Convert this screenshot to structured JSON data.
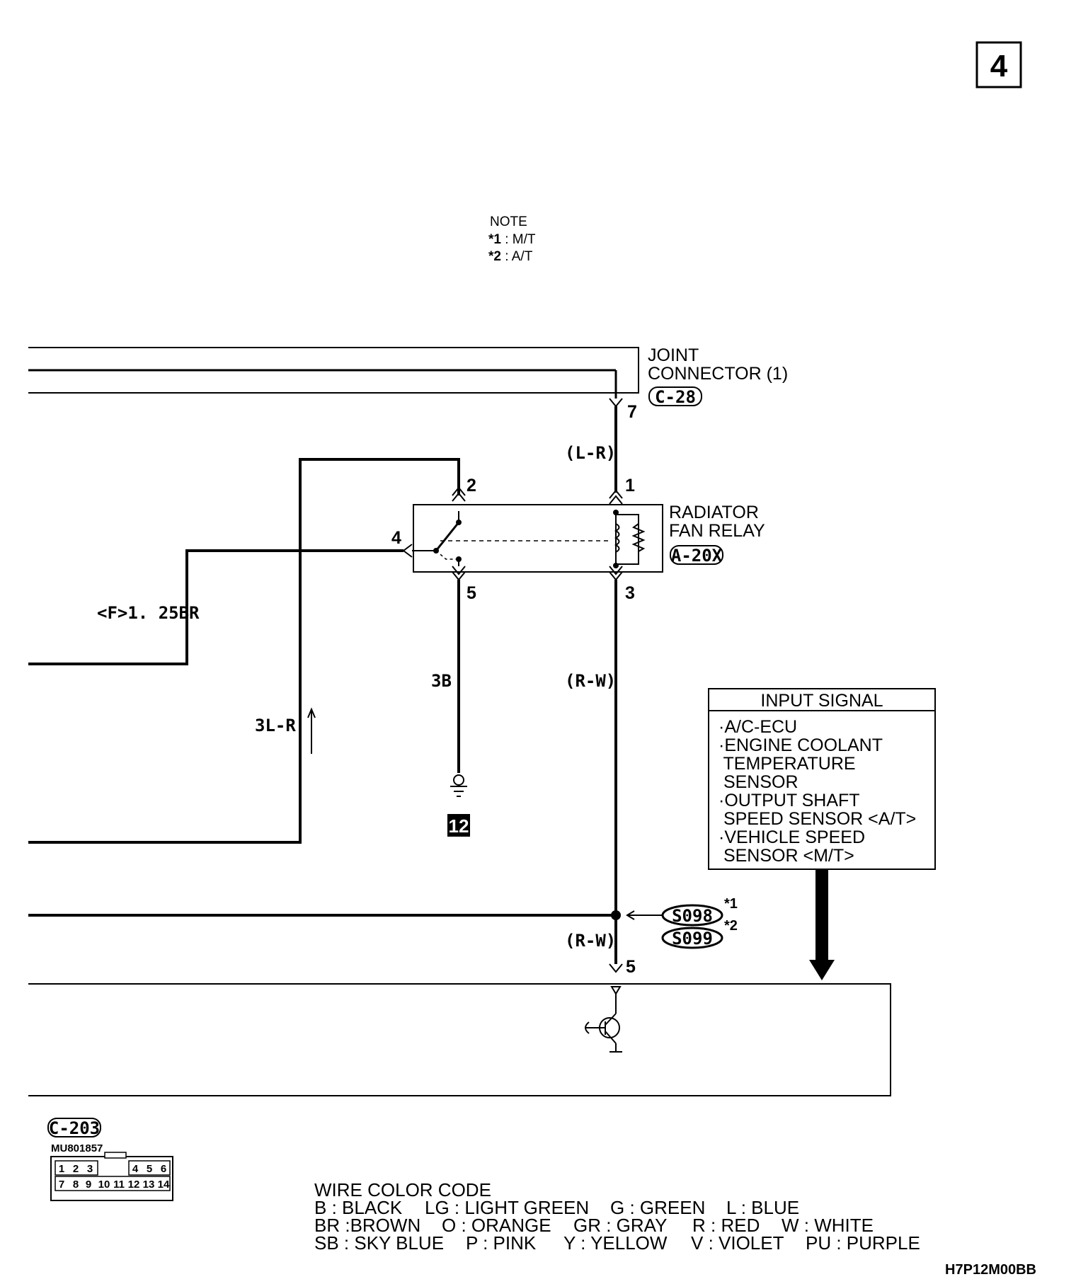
{
  "page_number": "4",
  "note": {
    "title": "NOTE",
    "items": [
      {
        "mark": "*1",
        "text": " : M/T"
      },
      {
        "mark": "*2",
        "text": " : A/T"
      }
    ]
  },
  "joint_connector": {
    "line1": "JOINT",
    "line2": "CONNECTOR (1)",
    "code": "C-28",
    "pin": "7"
  },
  "relay": {
    "line1": "RADIATOR",
    "line2": "FAN RELAY",
    "code": "A-20X",
    "pins": {
      "p1": "1",
      "p2": "2",
      "p3": "3",
      "p4": "4",
      "p5": "5"
    }
  },
  "wires": {
    "lr": "(L-R)",
    "f125br": "<F>1. 25BR",
    "b3": "3B",
    "rw_upper": "(R-W)",
    "l3r": "3L-R",
    "rw_lower": "(R-W)"
  },
  "ground_id": "12",
  "input_signal": {
    "title": "INPUT SIGNAL",
    "lines": [
      "·A/C-ECU",
      "·ENGINE COOLANT",
      " TEMPERATURE",
      " SENSOR",
      "·OUTPUT SHAFT",
      " SPEED SENSOR <A/T>",
      "·VEHICLE SPEED",
      " SENSOR <M/T>"
    ]
  },
  "splices": {
    "s1": "S098",
    "s1_mark": "*1",
    "s2": "S099",
    "s2_mark": "*2"
  },
  "ecu_pin": "5",
  "connector": {
    "code": "C-203",
    "part": "MU801857",
    "row1": [
      "1",
      "2",
      "3",
      "4",
      "5",
      "6"
    ],
    "row2": [
      "7",
      "8",
      "9",
      "10",
      "11",
      "12",
      "13",
      "14"
    ]
  },
  "wire_color_code": {
    "title": "WIRE COLOR CODE",
    "row1": [
      "B : BLACK",
      "LG : LIGHT GREEN",
      "G : GREEN",
      "L : BLUE"
    ],
    "row2": [
      "BR :BROWN",
      "O : ORANGE",
      "GR : GRAY",
      "R : RED",
      "W : WHITE"
    ],
    "row3": [
      "SB : SKY BLUE",
      "P : PINK",
      "Y : YELLOW",
      "V : VIOLET",
      "PU : PURPLE"
    ]
  },
  "diagram_code": "H7P12M00BB"
}
